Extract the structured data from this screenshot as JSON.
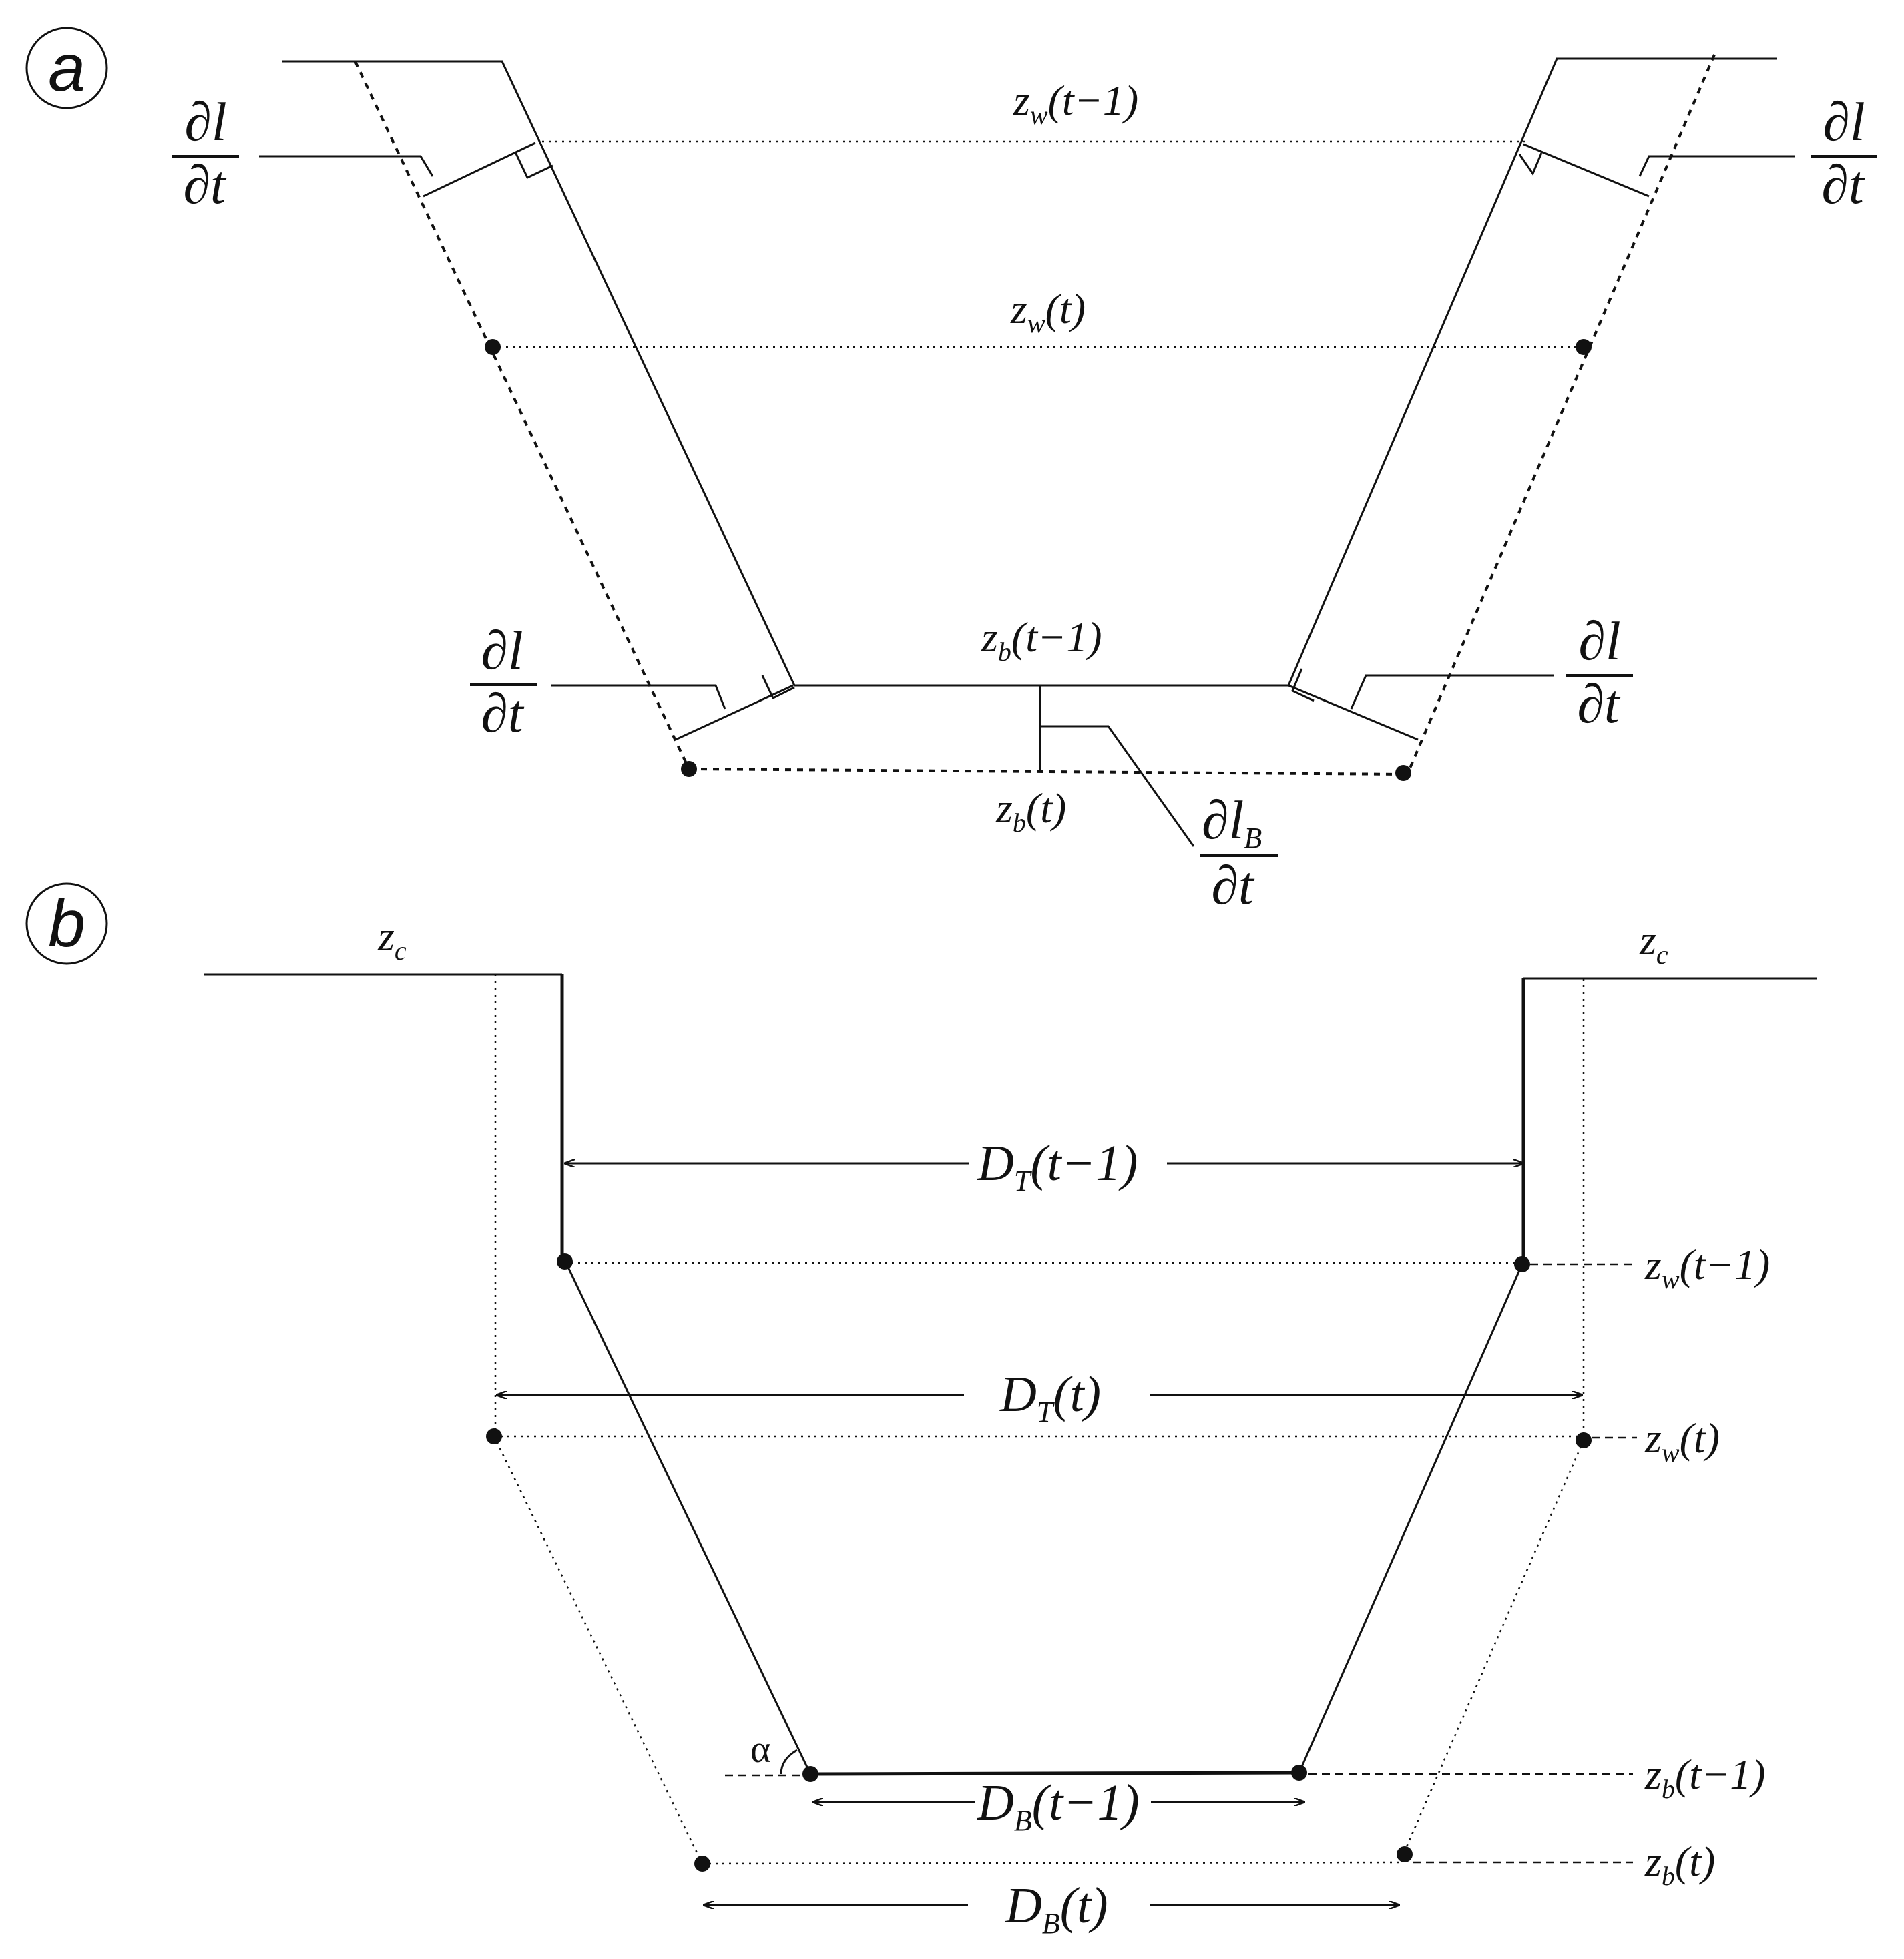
{
  "panel_a": {
    "panel_label": "a",
    "zw_prev": {
      "z": "z",
      "sub": "w",
      "arg": "(t−1)"
    },
    "zw_now": {
      "z": "z",
      "sub": "w",
      "arg": "(t)"
    },
    "zb_prev": {
      "z": "z",
      "sub": "b",
      "arg": "(t−1)"
    },
    "zb_now": {
      "z": "z",
      "sub": "b",
      "arg": "(t)"
    },
    "dl_dt": {
      "num": "∂l",
      "den": "∂t"
    },
    "dlb_dt": {
      "num": "∂l",
      "sub": "B",
      "den": "∂t"
    }
  },
  "panel_b": {
    "panel_label": "b",
    "zc": {
      "z": "z",
      "sub": "c"
    },
    "dt_prev": {
      "d": "D",
      "sub": "T",
      "arg": "(t−1)"
    },
    "dt_now": {
      "d": "D",
      "sub": "T",
      "arg": "(t)"
    },
    "db_prev": {
      "d": "D",
      "sub": "B",
      "arg": "(t−1)"
    },
    "db_now": {
      "d": "D",
      "sub": "B",
      "arg": "(t)"
    },
    "zw_prev": {
      "z": "z",
      "sub": "w",
      "arg": "(t−1)"
    },
    "zw_now": {
      "z": "z",
      "sub": "w",
      "arg": "(t)"
    },
    "zb_prev": {
      "z": "z",
      "sub": "b",
      "arg": "(t−1)"
    },
    "zb_now": {
      "z": "z",
      "sub": "b",
      "arg": "(t)"
    },
    "angle": "α"
  }
}
